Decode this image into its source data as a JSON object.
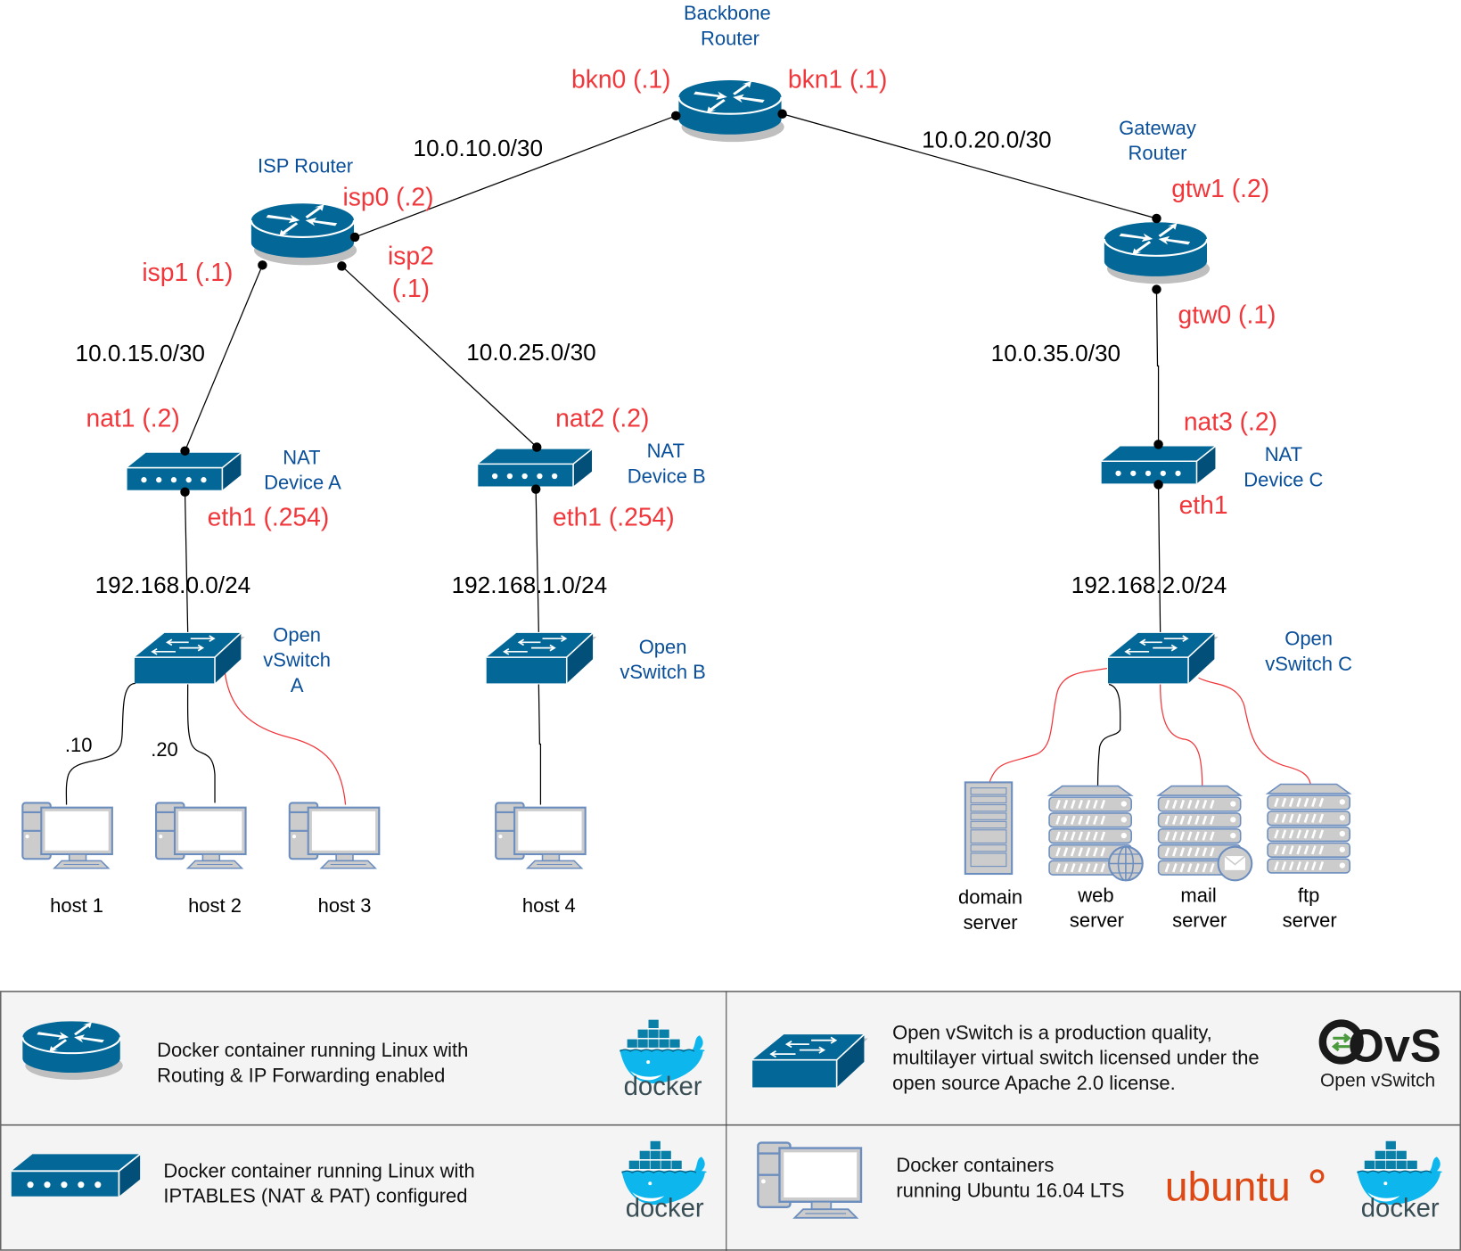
{
  "diagram": {
    "title": "Network topology",
    "nodes": {
      "backbone": {
        "label_line1": "Backbone",
        "label_line2": "Router",
        "if_left": "bkn0 (.1)",
        "if_right": "bkn1 (.1)"
      },
      "isp": {
        "label": "ISP Router",
        "if0": "isp0 (.2)",
        "if1": "isp1 (.1)",
        "if2_line1": "isp2",
        "if2_line2": "(.1)"
      },
      "gateway": {
        "label_line1": "Gateway",
        "label_line2": "Router",
        "if1": "gtw1 (.2)",
        "if0": "gtw0 (.1)"
      },
      "nat_a": {
        "label_line1": "NAT",
        "label_line2": "Device A",
        "if_wan": "nat1 (.2)",
        "if_lan": "eth1 (.254)"
      },
      "nat_b": {
        "label_line1": "NAT",
        "label_line2": "Device B",
        "if_wan": "nat2 (.2)",
        "if_lan": "eth1 (.254)"
      },
      "nat_c": {
        "label_line1": "NAT",
        "label_line2": "Device C",
        "if_wan": "nat3 (.2)",
        "if_lan": "eth1"
      },
      "ovs_a": {
        "label_line1": "Open",
        "label_line2": "vSwitch",
        "label_line3": "A"
      },
      "ovs_b": {
        "label_line1": "Open",
        "label_line2": "vSwitch B"
      },
      "ovs_c": {
        "label_line1": "Open",
        "label_line2": "vSwitch C"
      }
    },
    "networks": {
      "bkn_isp": "10.0.10.0/30",
      "bkn_gtw": "10.0.20.0/30",
      "isp_nata": "10.0.15.0/30",
      "isp_natb": "10.0.25.0/30",
      "gtw_natc": "10.0.35.0/30",
      "lan_a": "192.168.0.0/24",
      "lan_b": "192.168.1.0/24",
      "lan_c": "192.168.2.0/24"
    },
    "host_addrs": {
      "host1": ".10",
      "host2": ".20"
    },
    "hosts": [
      "host 1",
      "host 2",
      "host 3",
      "host 4"
    ],
    "servers": [
      {
        "line1": "domain",
        "line2": "server"
      },
      {
        "line1": "web",
        "line2": "server"
      },
      {
        "line1": "mail",
        "line2": "server"
      },
      {
        "line1": "ftp",
        "line2": "server"
      }
    ]
  },
  "legend": {
    "router": {
      "line1": "Docker container running Linux with",
      "line2": "Routing & IP Forwarding enabled",
      "logo": "docker"
    },
    "ovs": {
      "line1": "Open vSwitch is a production quality,",
      "line2": "multilayer virtual switch licensed under the",
      "line3": "open source Apache 2.0  license.",
      "logo_text": "OvS",
      "logo_sub": "Open vSwitch"
    },
    "nat": {
      "line1": "Docker container running Linux with",
      "line2": "IPTABLES (NAT & PAT) configured",
      "logo": "docker"
    },
    "host": {
      "line1": "Docker containers",
      "line2": "running Ubuntu 16.04 LTS",
      "logo_ubuntu": "ubuntu",
      "logo": "docker"
    }
  },
  "colors": {
    "device_blue": "#036897",
    "label_blue": "#0a4f9a",
    "interface_red": "#f0373b",
    "ubuntu_orange": "#dd4814",
    "docker_blue": "#0db7ed",
    "ovs_green": "#4b9a3d"
  }
}
